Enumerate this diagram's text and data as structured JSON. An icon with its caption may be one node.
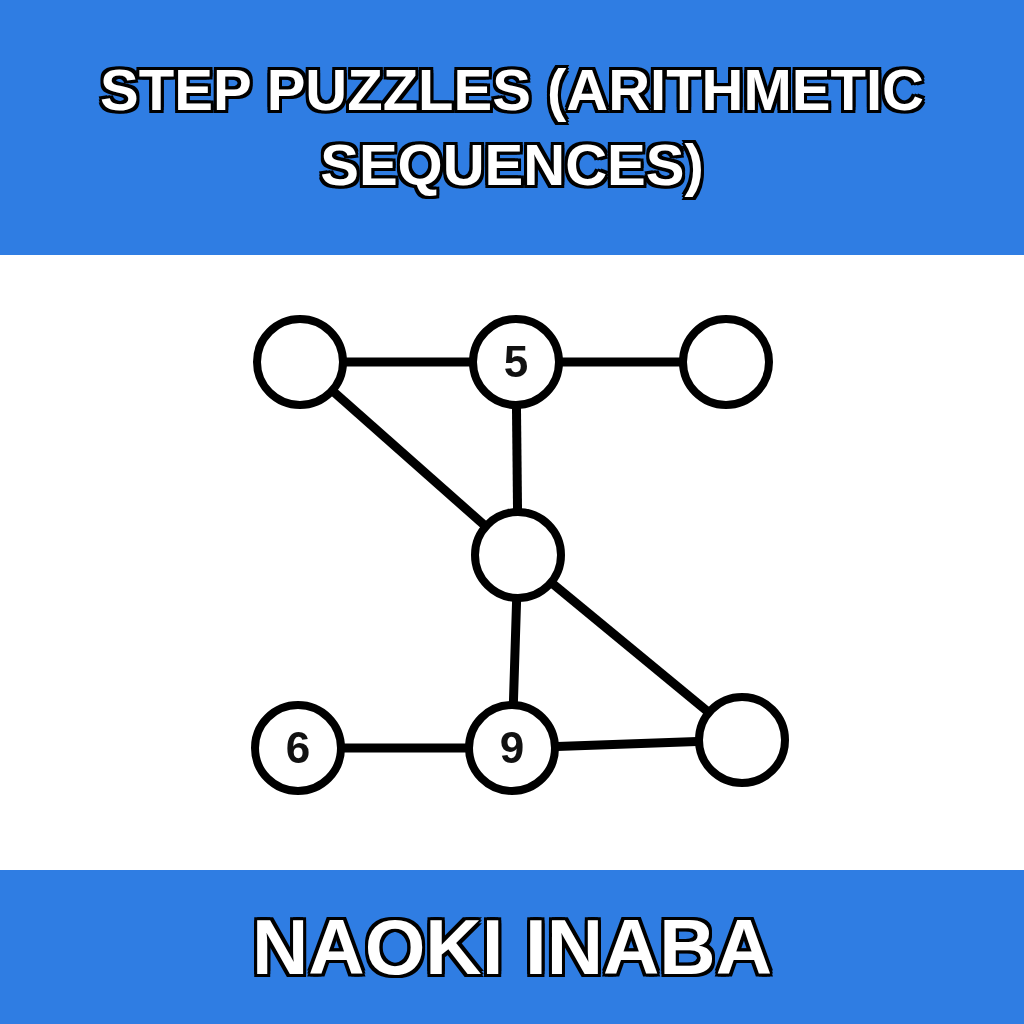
{
  "diagram": {
    "title": "STEP PUZZLES (ARITHMETIC SEQUENCES)",
    "caption": "NAOKI INABA",
    "nodes": [
      {
        "text": [],
        "shape": "circle"
      },
      {
        "text": [
          "5"
        ]
      },
      {
        "text": [],
        "shape": "circle"
      },
      {
        "text": [],
        "shape": "circle"
      },
      {
        "text": [
          "6"
        ]
      },
      {
        "text": [
          "9"
        ]
      },
      {
        "text": [],
        "shape": "circle"
      }
    ],
    "edges": [
      {
        "from": 0,
        "to": 1,
        "arrow": "none"
      },
      {
        "from": 1,
        "to": 2,
        "arrow": "none"
      },
      {
        "from": 0,
        "to": 3,
        "arrow": "none"
      },
      {
        "from": 1,
        "to": 3,
        "arrow": "none"
      },
      {
        "from": 3,
        "to": 5,
        "arrow": "none"
      },
      {
        "from": 3,
        "to": 6,
        "arrow": "none"
      },
      {
        "from": 4,
        "to": 5,
        "arrow": "none"
      },
      {
        "from": 5,
        "to": 6,
        "arrow": "none"
      }
    ]
  }
}
